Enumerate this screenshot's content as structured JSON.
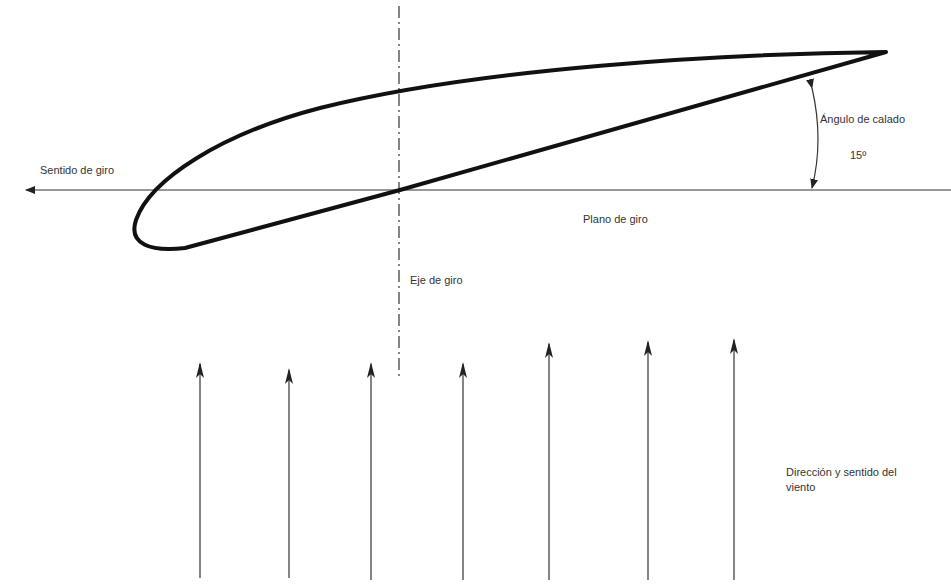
{
  "diagram": {
    "labels": [
      "Sentido de giro",
      "Ángulo de calado",
      "15º",
      "Plano de giro",
      "Eje de giro",
      "Dirección y sentido del viento"
    ]
  }
}
